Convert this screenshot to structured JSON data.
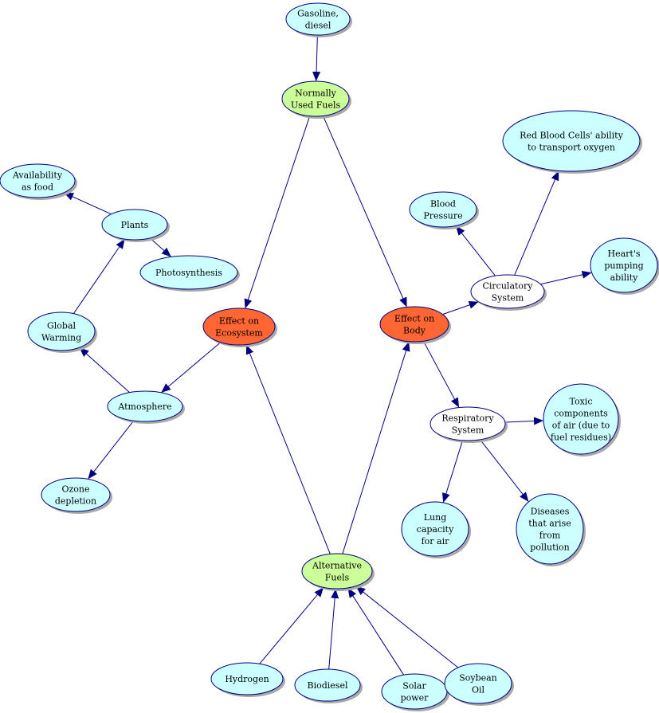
{
  "colors": {
    "light": "#ccffff",
    "green": "#ccff99",
    "orange": "#ff6633",
    "white": "#ffffff",
    "stroke": "#000080",
    "edge": "#000080"
  },
  "nodes": [
    {
      "id": "gasoline",
      "lines": [
        "Gasoline,",
        "diesel"
      ],
      "fill": "light"
    },
    {
      "id": "normally-used-fuels",
      "lines": [
        "Normally",
        "Used Fuels"
      ],
      "fill": "green"
    },
    {
      "id": "red-blood-cells",
      "lines": [
        "Red Blood Cells' ability",
        "to transport oxygen"
      ],
      "fill": "light"
    },
    {
      "id": "availability-food",
      "lines": [
        "Availability",
        "as food"
      ],
      "fill": "light"
    },
    {
      "id": "blood-pressure",
      "lines": [
        "Blood",
        "Pressure"
      ],
      "fill": "light"
    },
    {
      "id": "plants",
      "lines": [
        "Plants"
      ],
      "fill": "light"
    },
    {
      "id": "photosynthesis",
      "lines": [
        "Photosynthesis"
      ],
      "fill": "light"
    },
    {
      "id": "hearts-pumping",
      "lines": [
        "Heart's",
        "pumping",
        "ability"
      ],
      "fill": "light"
    },
    {
      "id": "circulatory-system",
      "lines": [
        "Circulatory",
        "System"
      ],
      "fill": "white"
    },
    {
      "id": "global-warming",
      "lines": [
        "Global",
        "Warming"
      ],
      "fill": "light"
    },
    {
      "id": "effect-ecosystem",
      "lines": [
        "Effect on",
        "Ecosystem"
      ],
      "fill": "orange"
    },
    {
      "id": "effect-body",
      "lines": [
        "Effect on",
        "Body"
      ],
      "fill": "orange"
    },
    {
      "id": "atmosphere",
      "lines": [
        "Atmosphere"
      ],
      "fill": "light"
    },
    {
      "id": "toxic-components",
      "lines": [
        "Toxic",
        "components",
        "of air (due to",
        "fuel residues)"
      ],
      "fill": "light"
    },
    {
      "id": "respiratory-system",
      "lines": [
        "Respiratory",
        "System"
      ],
      "fill": "white"
    },
    {
      "id": "ozone-depletion",
      "lines": [
        "Ozone",
        "depletion"
      ],
      "fill": "light"
    },
    {
      "id": "lung-capacity",
      "lines": [
        "Lung",
        "capacity",
        "for air"
      ],
      "fill": "light"
    },
    {
      "id": "diseases",
      "lines": [
        "Diseases",
        "that arise",
        "from",
        "pollution"
      ],
      "fill": "light"
    },
    {
      "id": "alternative-fuels",
      "lines": [
        "Alternative",
        "Fuels"
      ],
      "fill": "green"
    },
    {
      "id": "hydrogen",
      "lines": [
        "Hydrogen"
      ],
      "fill": "light"
    },
    {
      "id": "biodiesel",
      "lines": [
        "Biodiesel"
      ],
      "fill": "light"
    },
    {
      "id": "solar-power",
      "lines": [
        "Solar",
        "power"
      ],
      "fill": "light"
    },
    {
      "id": "soybean-oil",
      "lines": [
        "Soybean",
        "Oil"
      ],
      "fill": "light"
    }
  ],
  "edges": [
    {
      "from": "gasoline",
      "to": "normally-used-fuels"
    },
    {
      "from": "normally-used-fuels",
      "to": "effect-ecosystem"
    },
    {
      "from": "normally-used-fuels",
      "to": "effect-body"
    },
    {
      "from": "alternative-fuels",
      "to": "effect-ecosystem"
    },
    {
      "from": "alternative-fuels",
      "to": "effect-body"
    },
    {
      "from": "hydrogen",
      "to": "alternative-fuels"
    },
    {
      "from": "biodiesel",
      "to": "alternative-fuels"
    },
    {
      "from": "solar-power",
      "to": "alternative-fuels"
    },
    {
      "from": "soybean-oil",
      "to": "alternative-fuels"
    },
    {
      "from": "effect-ecosystem",
      "to": "atmosphere"
    },
    {
      "from": "atmosphere",
      "to": "global-warming"
    },
    {
      "from": "atmosphere",
      "to": "ozone-depletion"
    },
    {
      "from": "global-warming",
      "to": "plants"
    },
    {
      "from": "plants",
      "to": "availability-food"
    },
    {
      "from": "plants",
      "to": "photosynthesis"
    },
    {
      "from": "effect-body",
      "to": "circulatory-system"
    },
    {
      "from": "effect-body",
      "to": "respiratory-system"
    },
    {
      "from": "circulatory-system",
      "to": "blood-pressure"
    },
    {
      "from": "circulatory-system",
      "to": "red-blood-cells"
    },
    {
      "from": "circulatory-system",
      "to": "hearts-pumping"
    },
    {
      "from": "respiratory-system",
      "to": "toxic-components"
    },
    {
      "from": "respiratory-system",
      "to": "lung-capacity"
    },
    {
      "from": "respiratory-system",
      "to": "diseases"
    }
  ]
}
